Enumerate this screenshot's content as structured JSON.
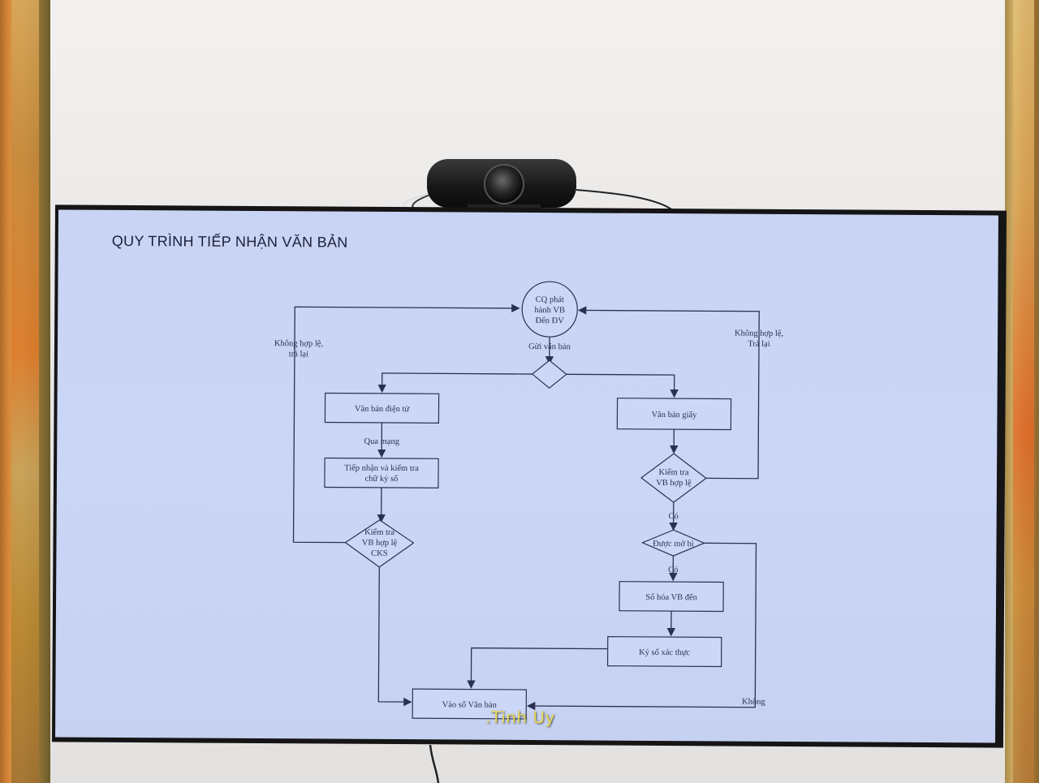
{
  "slide": {
    "title": "QUY TRÌNH TIẾP NHẬN VĂN BẢN",
    "watermark": ".Tinh Uy"
  },
  "flowchart": {
    "start": [
      "CQ phát",
      "hành VB",
      "Đến ĐV"
    ],
    "send": "Gửi văn bản",
    "electronic": "Văn bản điện tử",
    "paper": "Văn bản giấy",
    "via_network": "Qua mạng",
    "receive_check": [
      "Tiếp nhận và kiểm tra",
      "chữ ký số"
    ],
    "check_cks": [
      "Kiểm tra",
      "VB hợp lệ",
      "CKS"
    ],
    "check_valid": [
      "Kiểm tra",
      "VB hợp lệ"
    ],
    "invalid_left": [
      "Không hợp lệ,",
      "trả lại"
    ],
    "invalid_right": [
      "Không hợp lệ,",
      "Trả lại"
    ],
    "yes1": "Có",
    "secret": "Được mở bì",
    "yes2": "Có",
    "digitize": "Số hóa VB đến",
    "sign": "Ký số xác thực",
    "register": "Vào sổ Văn bản",
    "no": "Không"
  }
}
